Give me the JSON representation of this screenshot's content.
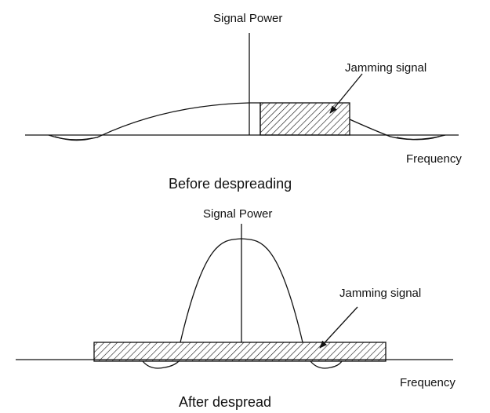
{
  "top_panel": {
    "y_axis_label": "Signal Power",
    "jamming_label": "Jamming signal",
    "x_axis_label": "Frequency",
    "caption": "Before despreading"
  },
  "bottom_panel": {
    "y_axis_label": "Signal Power",
    "jamming_label": "Jamming signal",
    "x_axis_label": "Frequency",
    "caption": "After despread"
  },
  "colors": {
    "line": "#111111",
    "background": "#ffffff"
  }
}
